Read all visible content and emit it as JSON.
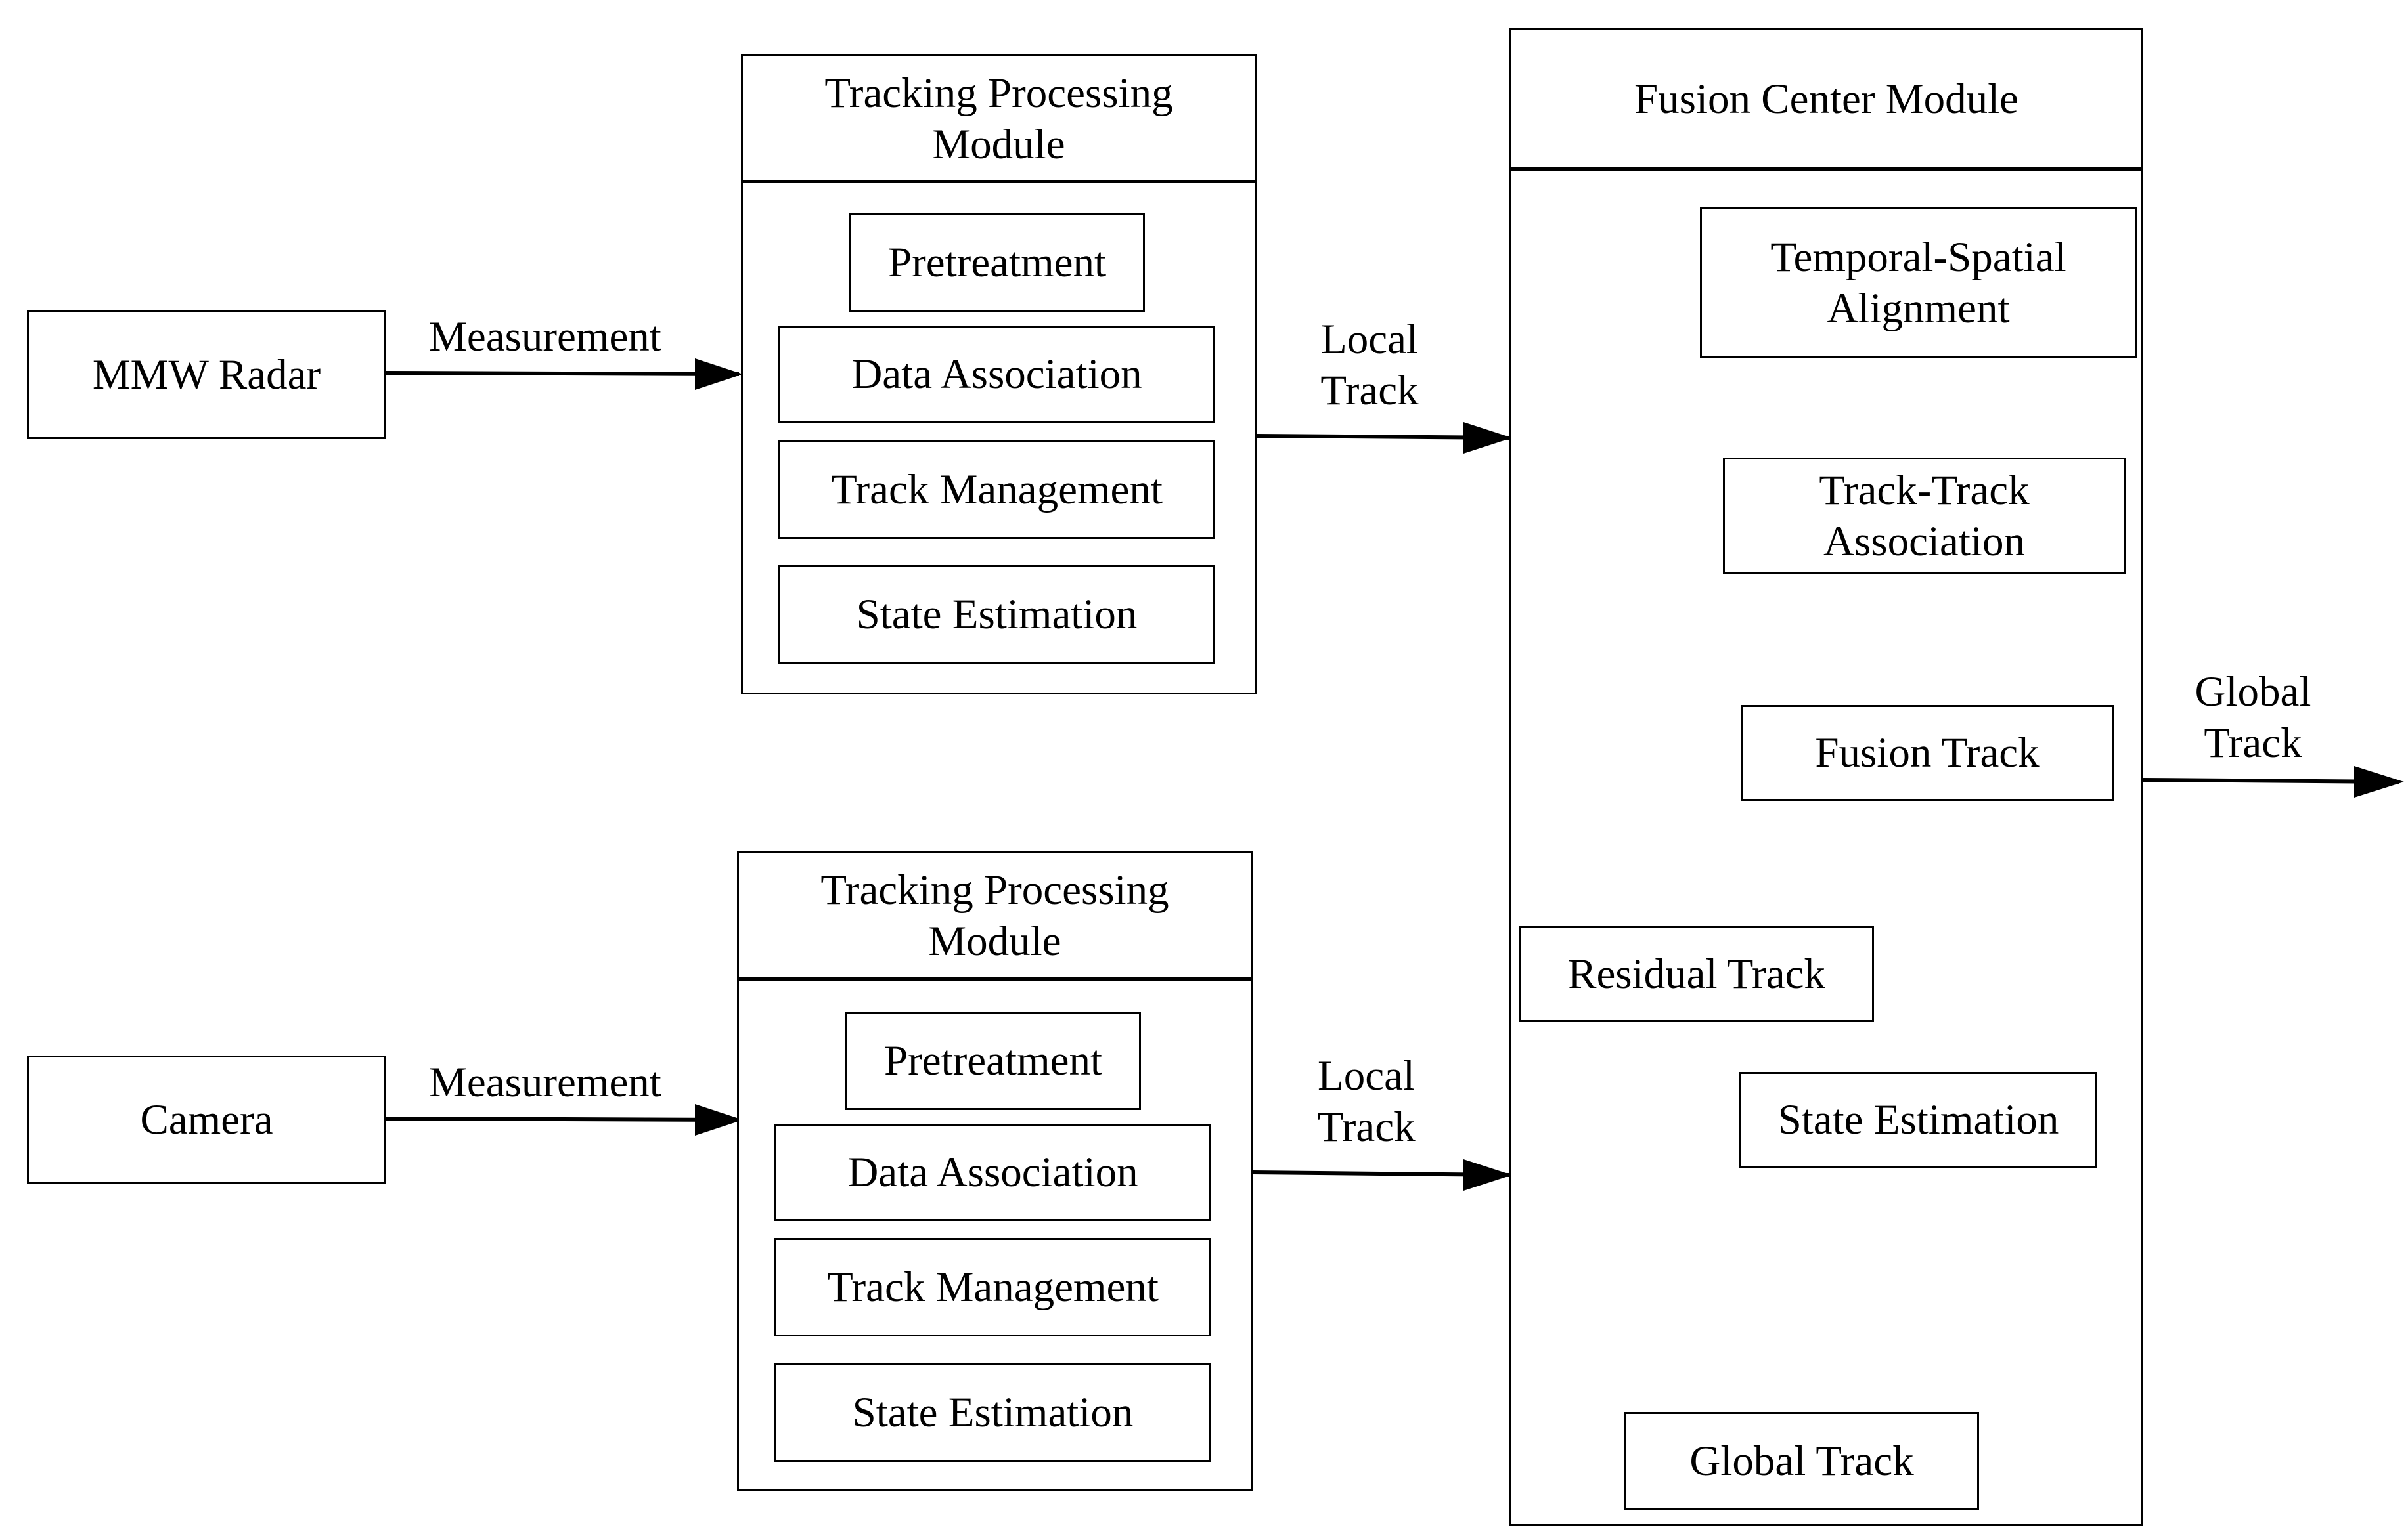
{
  "sources": {
    "radar": "MMW Radar",
    "camera": "Camera"
  },
  "edge_labels": {
    "measurement": "Measurement",
    "local_track_line1": "Local",
    "local_track_line2": "Track",
    "global_track_line1": "Global",
    "global_track_line2": "Track"
  },
  "tracking_module": {
    "title_line1": "Tracking Processing",
    "title_line2": "Module",
    "steps": [
      "Pretreatment",
      "Data Association",
      "Track Management",
      "State Estimation"
    ]
  },
  "fusion_center": {
    "title": "Fusion Center Module",
    "alignment_line1": "Temporal-Spatial",
    "alignment_line2": "Alignment",
    "association_line1": "Track-Track",
    "association_line2": "Association",
    "fusion_track": "Fusion Track",
    "residual_track": "Residual Track",
    "state_estimation": "State Estimation",
    "global_track": "Global Track"
  }
}
